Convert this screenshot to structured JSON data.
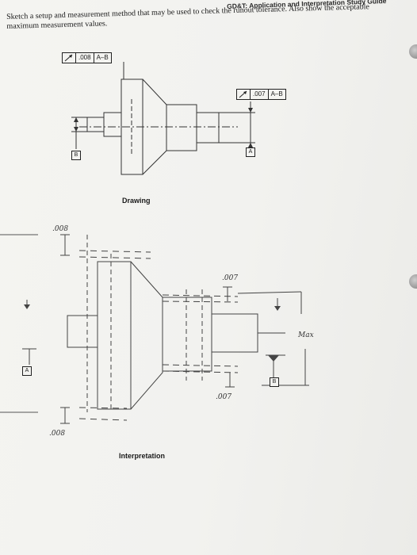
{
  "header": {
    "title": "GD&T: Application and Interpretation Study Guide"
  },
  "prompt": {
    "text": "Sketch a setup and measurement method that may be used to check the runout tolerance. Also show the acceptable maximum measurement values."
  },
  "drawing": {
    "caption": "Drawing",
    "fcf_left": {
      "value": ".008",
      "datum": "A–B"
    },
    "fcf_right": {
      "value": ".007",
      "datum": "A–B"
    },
    "datum_b": "B",
    "datum_a": "A"
  },
  "interpretation": {
    "caption": "Interpretation",
    "note_top_left": ".008",
    "note_bottom_left": ".008",
    "note_top_right": ".007",
    "note_bottom_right": ".007",
    "note_max": "Max",
    "datum_a": "A",
    "datum_b": "B"
  }
}
